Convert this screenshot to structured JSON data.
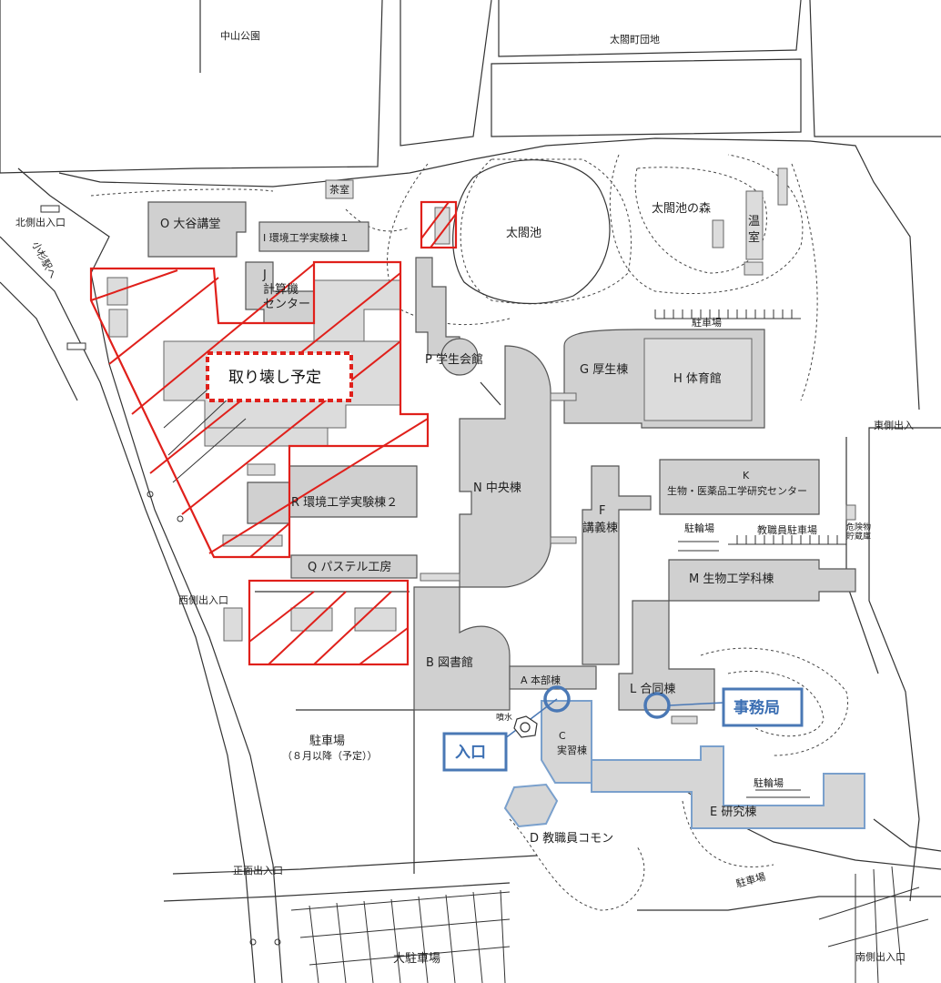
{
  "surroundings": {
    "nakayama_park": "中山公園",
    "taiko_danchi": "太閤町団地",
    "kosugi_station": "小杉駅へ"
  },
  "entrances": {
    "north": "北側出入口",
    "west": "西側出入口",
    "east": "東側出入",
    "front": "正面出入口",
    "south": "南側出入口"
  },
  "buildings": {
    "a": "A 本部棟",
    "b": "B 図書館",
    "c_letter": "C",
    "c_name": "実習棟",
    "d": "D 教職員コモン",
    "e": "E 研究棟",
    "f_letter": "F",
    "f_name": "講義棟",
    "g": "G 厚生棟",
    "h": "H 体育館",
    "i": "I 環境工学実験棟１",
    "j_letter": "J",
    "j_line1": "計算機",
    "j_line2": "センター",
    "k_letter": "K",
    "k_name": "生物・医薬品工学研究センター",
    "l": "L 合同棟",
    "m": "M 生物工学科棟",
    "n": "N 中央棟",
    "o": "O 大谷講堂",
    "p": "P 学生会館",
    "q": "Q パステル工房",
    "r": "R 環境工学実験棟２",
    "tea_room": "茶室",
    "greenhouse_1": "温",
    "greenhouse_2": "室",
    "hazard_1": "危険物",
    "hazard_2": "貯蔵庫"
  },
  "features": {
    "taiko_pond": "太閤池",
    "taiko_forest": "太閤池の森",
    "fountain": "噴水"
  },
  "parking": {
    "gym": "駐車場",
    "bike_k": "駐輪場",
    "staff": "教職員駐車場",
    "west_lot": "駐車場",
    "west_lot_note": "（８月以降（予定））",
    "bike_e": "駐輪場",
    "south": "駐車場",
    "big": "大駐車場"
  },
  "callouts": {
    "demolition": "取り壊し予定",
    "entrance": "入口",
    "office": "事務局"
  },
  "colors": {
    "demolition": "#e0201b",
    "highlight": "#4a78b5",
    "building_fill": "#d0d0d0"
  }
}
